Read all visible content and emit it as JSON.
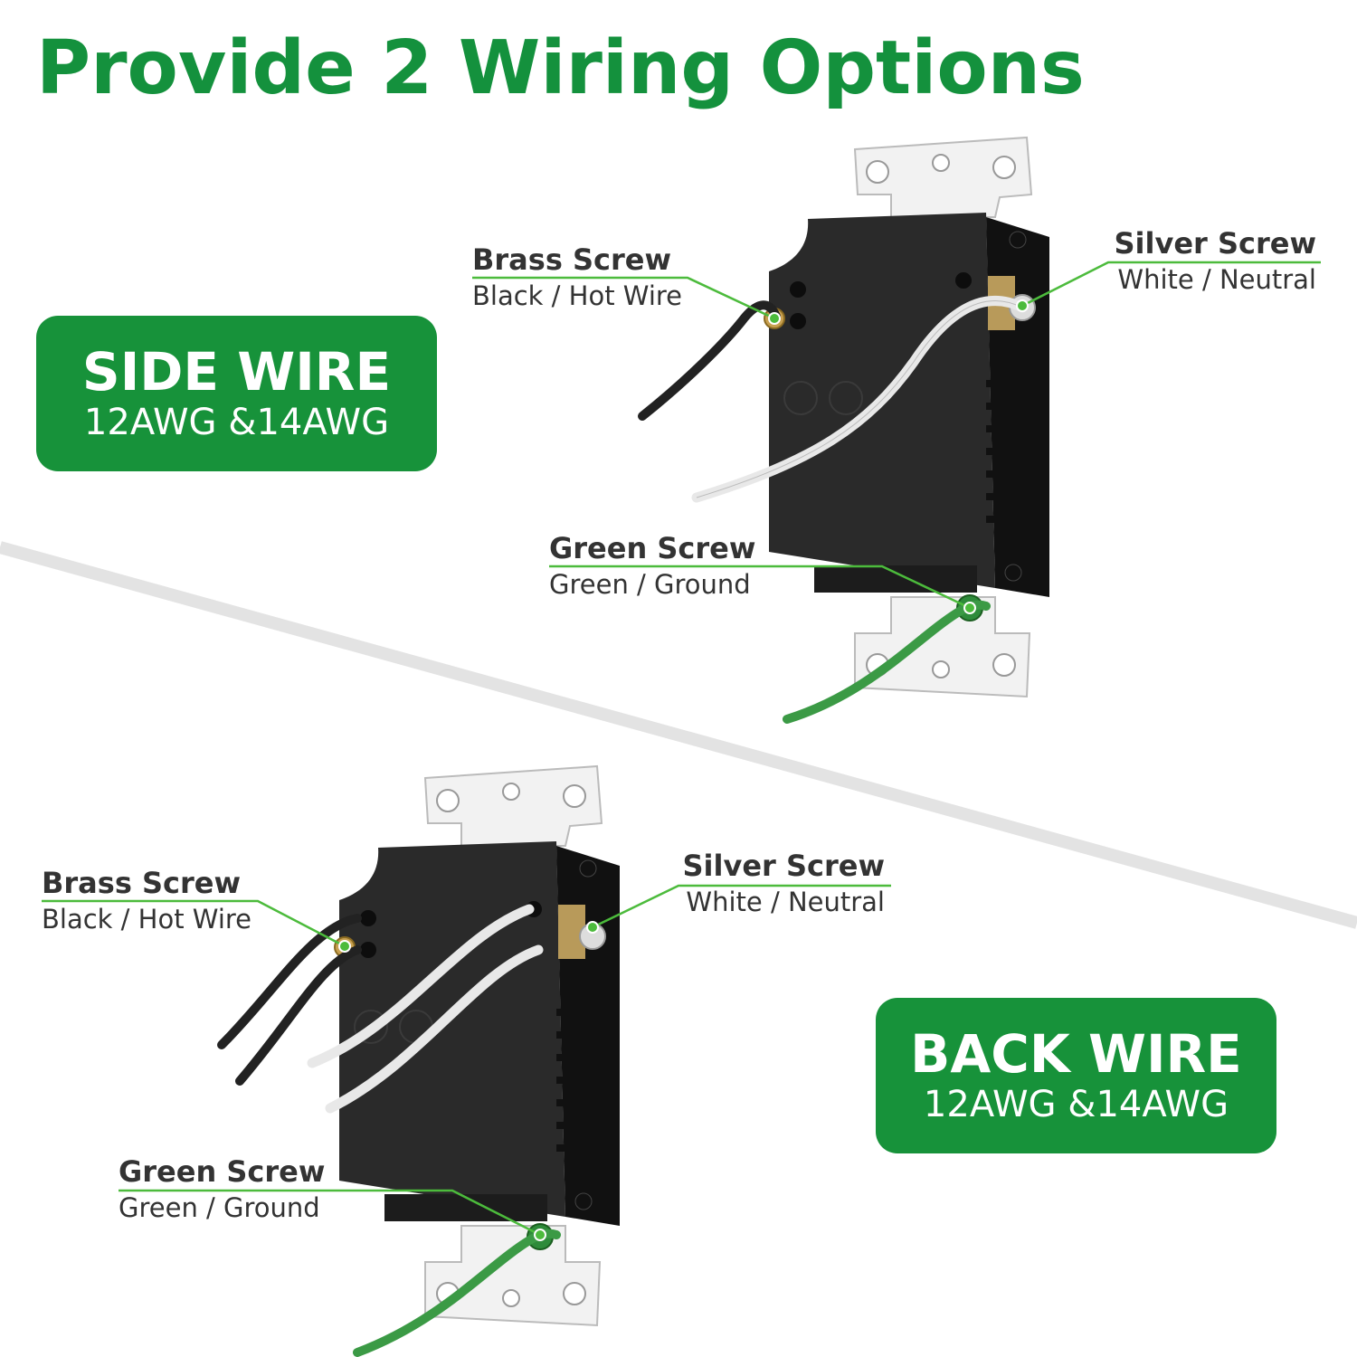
{
  "title": "Provide 2 Wiring Options",
  "side_wire": {
    "heading": "SIDE WIRE",
    "sub": "12AWG &14AWG",
    "brass": {
      "title": "Brass Screw",
      "desc": "Black / Hot Wire"
    },
    "silver": {
      "title": "Silver Screw",
      "desc": "White / Neutral"
    },
    "ground": {
      "title": "Green Screw",
      "desc": "Green / Ground"
    }
  },
  "back_wire": {
    "heading": "BACK WIRE",
    "sub": "12AWG &14AWG",
    "brass": {
      "title": "Brass Screw",
      "desc": "Black / Hot Wire"
    },
    "silver": {
      "title": "Silver Screw",
      "desc": "White / Neutral"
    },
    "ground": {
      "title": "Green Screw",
      "desc": "Green / Ground"
    }
  },
  "colors": {
    "brand_green": "#17923a",
    "title_green": "#14913d",
    "leader": "#4cbb3c",
    "device": "#262626"
  }
}
